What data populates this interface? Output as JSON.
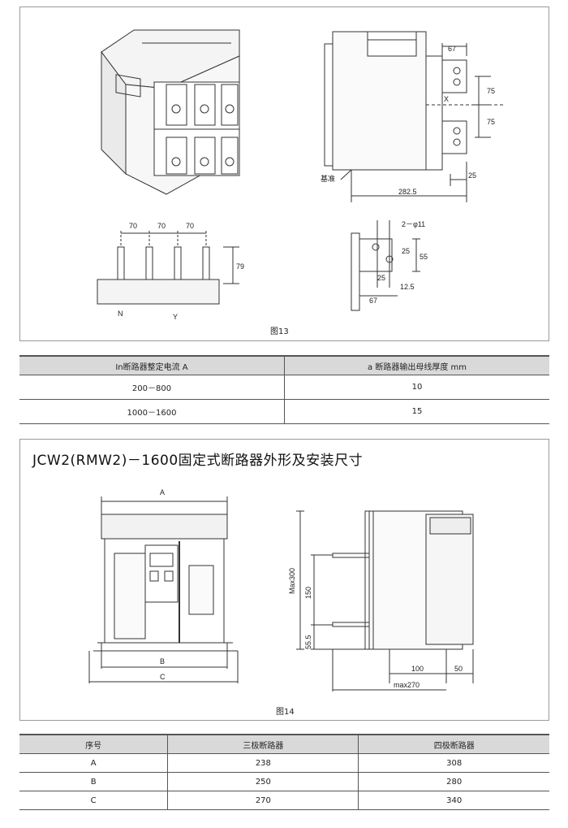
{
  "figure13": {
    "caption": "图13",
    "dims_side": {
      "d67": "67",
      "d75a": "75",
      "d75b": "75",
      "x": "X",
      "d25": "25",
      "d2825": "282.5",
      "base": "基准"
    },
    "dims_front": {
      "d70a": "70",
      "d70b": "70",
      "d70c": "70",
      "d79": "79",
      "n": "N",
      "y": "Y"
    },
    "dims_detail": {
      "hole": "2－φ11",
      "d55": "55",
      "d25a": "25",
      "d25b": "25",
      "d125": "12.5",
      "d67": "67"
    }
  },
  "table1": {
    "headers": [
      "In断路器整定电流  A",
      "a 断路器输出母线厚度 mm"
    ],
    "rows": [
      [
        "200－800",
        "10"
      ],
      [
        "1000－1600",
        "15"
      ]
    ]
  },
  "section": {
    "title": "JCW2(RMW2)－1600固定式断路器外形及安装尺寸"
  },
  "figure14": {
    "caption": "图14",
    "dims_front": {
      "a": "A",
      "b": "B",
      "c": "C"
    },
    "dims_side": {
      "max300": "Max300",
      "d150": "150",
      "d555": "55.5",
      "d100": "100",
      "d50": "50",
      "max270": "max270"
    }
  },
  "table2": {
    "headers": [
      "序号",
      "三极断路器",
      "四极断路器"
    ],
    "rows": [
      [
        "A",
        "238",
        "308"
      ],
      [
        "B",
        "250",
        "280"
      ],
      [
        "C",
        "270",
        "340"
      ]
    ]
  }
}
